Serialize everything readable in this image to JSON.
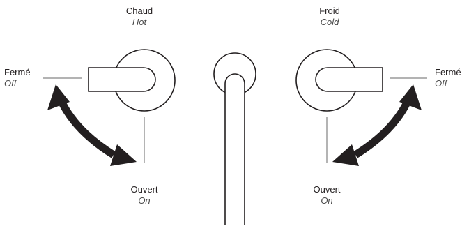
{
  "labels": {
    "hot": {
      "fr": "Chaud",
      "en": "Hot"
    },
    "cold": {
      "fr": "Froid",
      "en": "Cold"
    },
    "off_left": {
      "fr": "Fermé",
      "en": "Off"
    },
    "off_right": {
      "fr": "Fermé",
      "en": "Off"
    },
    "on_left": {
      "fr": "Ouvert",
      "en": "On"
    },
    "on_right": {
      "fr": "Ouvert",
      "en": "On"
    }
  },
  "colors": {
    "stroke": "#231f20",
    "guide": "#9a9a9a",
    "arrow": "#231f20",
    "fill": "#ffffff"
  }
}
